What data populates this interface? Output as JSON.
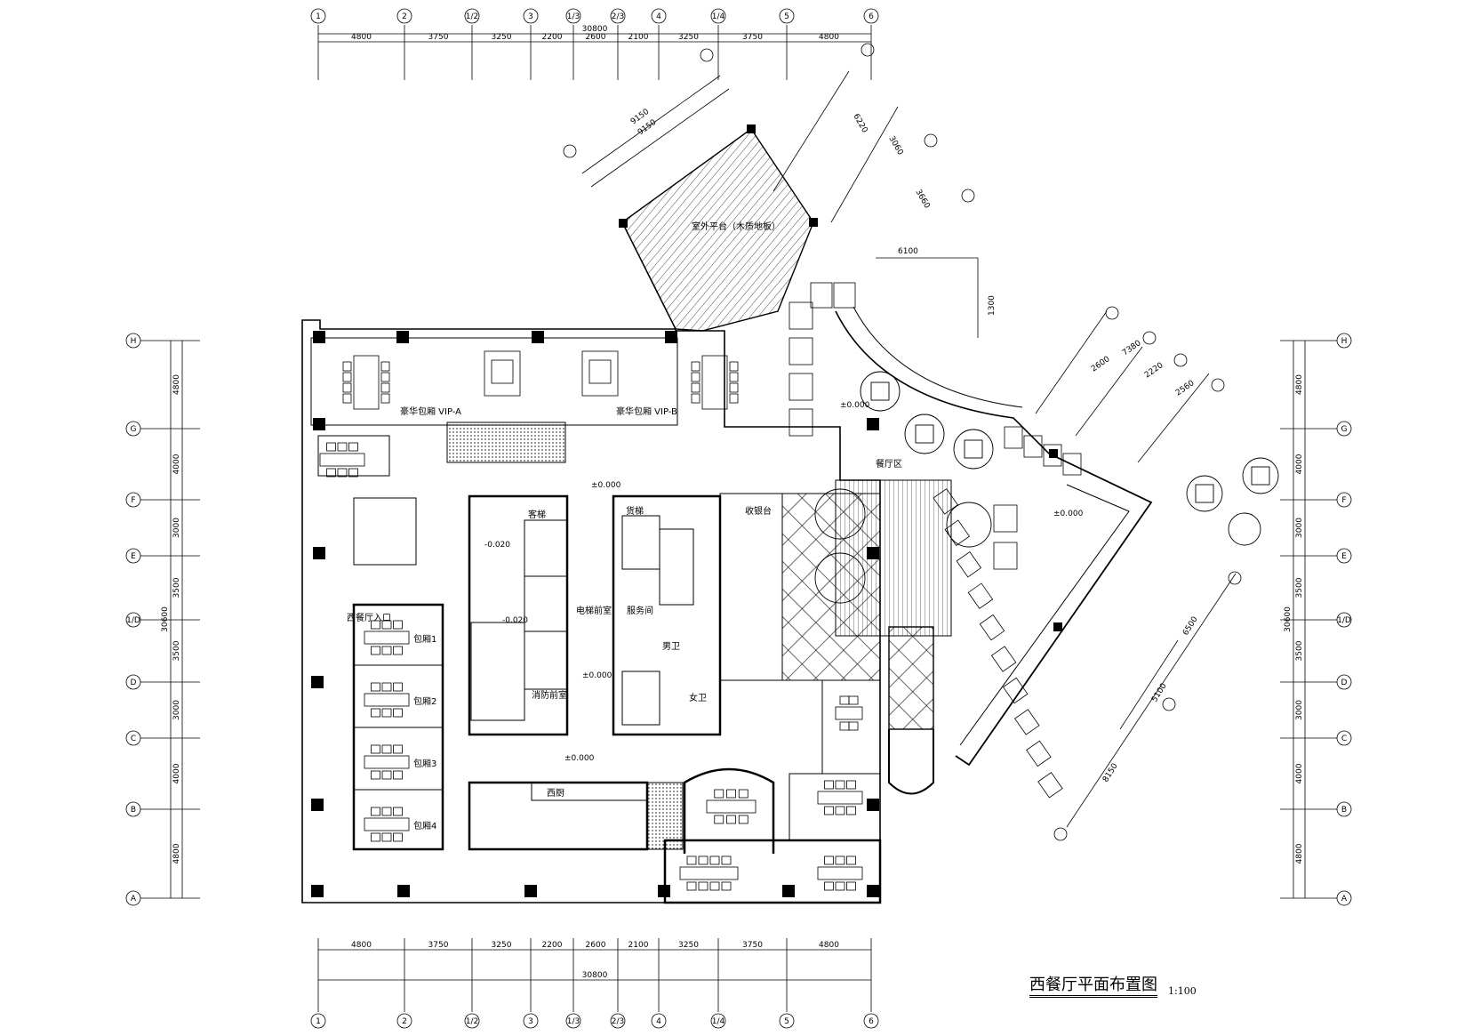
{
  "drawing_title": "西餐厅平面布置图",
  "scale": "1:100",
  "axes": {
    "top_labels": [
      "1",
      "2",
      "1/2",
      "3",
      "1/3",
      "2/3",
      "4",
      "1/4",
      "5",
      "6"
    ],
    "top_spacings": [
      "4800",
      "3750",
      "3250",
      "2200",
      "2600",
      "2100",
      "3250",
      "3750",
      "4800"
    ],
    "top_total": "30800",
    "bottom_labels": [
      "1",
      "2",
      "1/2",
      "3",
      "1/3",
      "2/3",
      "4",
      "1/4",
      "5",
      "6"
    ],
    "bottom_spacings": [
      "4800",
      "3750",
      "3250",
      "2200",
      "2600",
      "2100",
      "3250",
      "3750",
      "4800"
    ],
    "bottom_total": "30800",
    "side_labels": [
      "H",
      "G",
      "F",
      "E",
      "1/D",
      "D",
      "C",
      "B",
      "A"
    ],
    "left_spacings": [
      "4800",
      "4000",
      "3000",
      "3500",
      "3500",
      "3000",
      "4000",
      "4800"
    ],
    "left_total": "30600",
    "right_spacings": [
      "4800",
      "4000",
      "3000",
      "3500",
      "3500",
      "3000",
      "4000",
      "4800"
    ],
    "right_total": "30600"
  },
  "diagonal_dims": {
    "upper_left": [
      "9150",
      "9150"
    ],
    "upper_right": [
      "6220",
      "3060",
      "3660"
    ],
    "offset_6100": "6100",
    "offset_1300": "1300",
    "right_upper": [
      "2600",
      "7380",
      "2220",
      "2560"
    ],
    "right_lower": [
      "6500",
      "8150",
      "5100"
    ]
  },
  "rooms": {
    "vip_left": "豪华包厢 VIP-A",
    "vip_right": "豪华包厢 VIP-B",
    "terrace": "室外平台（木质地板）",
    "lobby_left": "西餐厅入口",
    "passenger_elevator": "客梯",
    "service_elevator": "货梯",
    "elevator_hall": "电梯前室",
    "fire_lobby": "消防前室",
    "kitchen": "西厨",
    "dining": "餐厅区",
    "cashier": "收银台",
    "toilet_m": "男卫",
    "toilet_f": "女卫",
    "service": "服务间",
    "private_rooms": [
      "包厢1",
      "包厢2",
      "包厢3",
      "包厢4"
    ]
  },
  "levels": [
    "±0.000",
    "-0.020",
    "±0.000",
    "-0.020",
    "±0.000",
    "±0.000",
    "±0.000"
  ]
}
